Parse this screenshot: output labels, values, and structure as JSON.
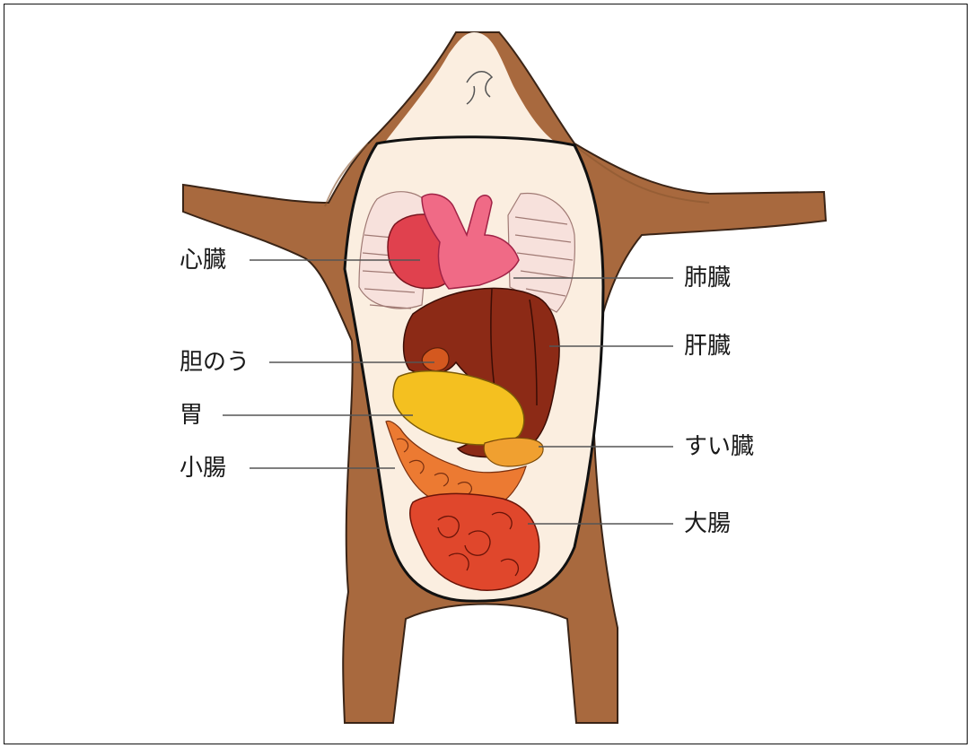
{
  "labels": {
    "heart": "心臓",
    "lung": "肺臓",
    "gallbladder": "胆のう",
    "liver": "肝臓",
    "stomach": "胃",
    "pancreas": "すい臓",
    "small_intestine": "小腸",
    "large_intestine": "大腸"
  },
  "colors": {
    "body_fur": "#a8693e",
    "body_outline": "#3a2416",
    "cavity": "#fbeee0",
    "heart": "#e0414e",
    "great_vessels": "#f06a86",
    "lung_ribs": "#f4d6d2",
    "liver": "#8c2a16",
    "gallbladder": "#d4581f",
    "stomach": "#f4c020",
    "pancreas": "#f0a030",
    "small_intestine": "#ec7a32",
    "large_intestine": "#e0472c",
    "leader_line": "#555555"
  }
}
